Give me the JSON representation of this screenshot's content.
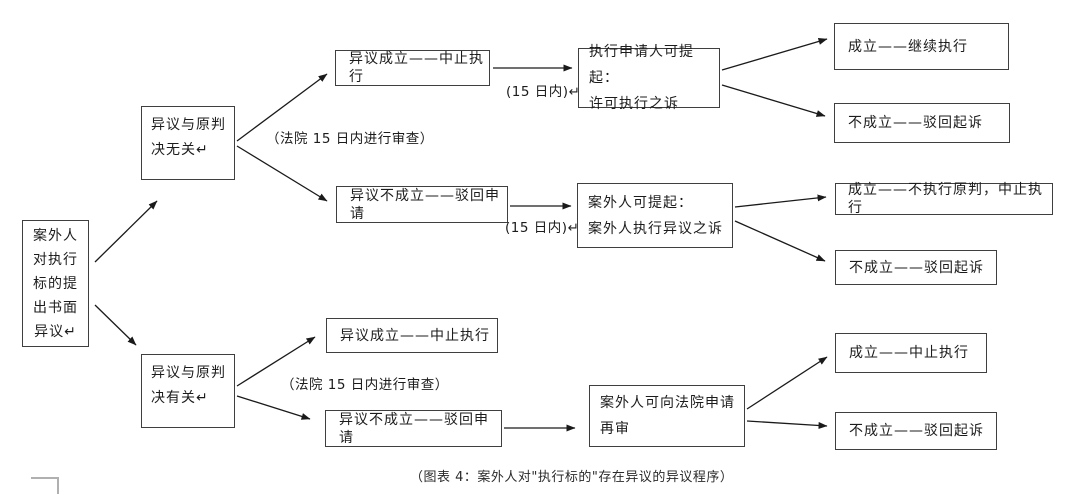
{
  "figure": {
    "caption": "（图表 4：案外人对\"执行标的\"存在异议的异议程序）"
  },
  "nodes": {
    "root": {
      "text": "案外人\n对执行\n标的提\n出书面\n异议↵"
    },
    "unrelated": {
      "text": "异议与原判\n决无关↵"
    },
    "related": {
      "text": "异议与原判\n决有关↵"
    },
    "objection_upheld_top": {
      "text": "异议成立——中止执行"
    },
    "objection_rejected_top": {
      "text": "异议不成立——驳回申请"
    },
    "applicant_suit": {
      "text": "执行申请人可提起：\n许可执行之诉"
    },
    "outsider_suit": {
      "text": "案外人可提起：\n案外人执行异议之诉"
    },
    "upheld_continue": {
      "text": "成立——继续执行"
    },
    "rejected_dismiss_top": {
      "text": "不成立——驳回起诉"
    },
    "upheld_no_exec": {
      "text": "成立——不执行原判，中止执行"
    },
    "rejected_dismiss_mid": {
      "text": "不成立——驳回起诉"
    },
    "objection_upheld_bottom": {
      "text": "异议成立——中止执行"
    },
    "objection_rejected_bottom": {
      "text": "异议不成立——驳回申请"
    },
    "retrial": {
      "text": "案外人可向法院申请\n再审"
    },
    "upheld_suspend": {
      "text": "成立——中止执行"
    },
    "rejected_dismiss_bottom": {
      "text": "不成立——驳回起诉"
    }
  },
  "labels": {
    "review_top": "（法院 15 日内进行审查）",
    "within_15_days_top": "(15 日内)↵",
    "within_15_days_mid": "(15 日内)↵",
    "review_bottom": "（法院 15 日内进行审查）"
  },
  "colors": {
    "box_border": "#3f3f3f",
    "text": "#1c1c1c",
    "arrow": "#1a1a1a",
    "frame_corner_mark": "#b0b0b0",
    "background": "#ffffff"
  }
}
